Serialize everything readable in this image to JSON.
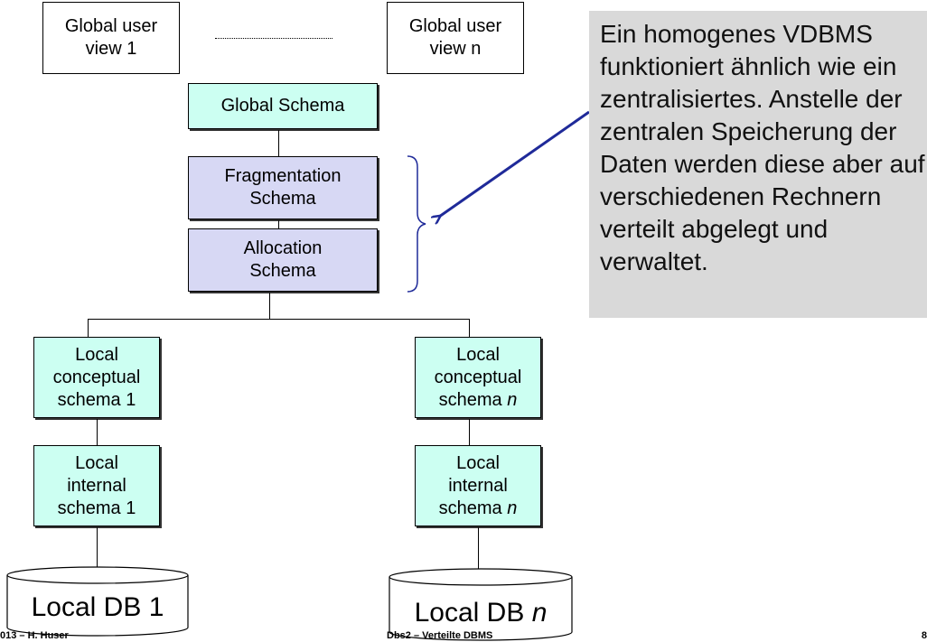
{
  "views": {
    "view1": "Global user view 1",
    "viewN": "Global user view n"
  },
  "schemas": {
    "global": "Global Schema",
    "fragmentation": "Fragmentation Schema",
    "allocation": "Allocation Schema"
  },
  "local": {
    "conceptual_left": "Local conceptual schema 1",
    "conceptual_right_prefix": "Local conceptual schema ",
    "conceptual_right_suffix": "n",
    "internal_left": "Local internal schema 1",
    "internal_right_prefix": "Local internal schema ",
    "internal_right_suffix": "n"
  },
  "databases": {
    "db1": "Local DB 1",
    "dbn_prefix": "Local DB ",
    "dbn_suffix": "n"
  },
  "note": "Ein homogenes VDBMS funktioniert ähnlich wie ein zentralisiertes. Anstelle der zentralen Speicherung der Daten werden diese aber auf verschiedenen Rechnern verteilt abgelegt und verwaltet.",
  "footer": {
    "left": "013 – H. Huser",
    "center": "Dbs2 – Verteilte DBMS",
    "right": "8"
  },
  "colors": {
    "schema_green": "#ccfff2",
    "schema_lavender": "#d7d8f4",
    "note_bg": "#d9d9d9",
    "arrow": "#1f2a99"
  }
}
